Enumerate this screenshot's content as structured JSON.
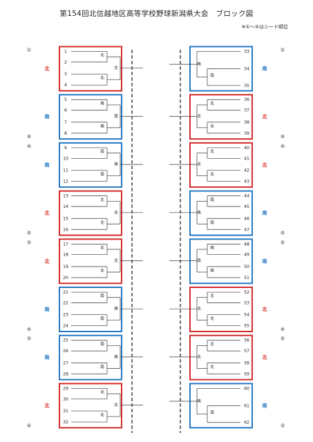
{
  "title": "第154回北信越地区高等学校野球新潟県大会　ブロック図",
  "note": "※①～⑤はシード順位",
  "colors": {
    "north": "#d42a2a",
    "south": "#2577c4",
    "line": "#333333"
  },
  "left_blocks": [
    {
      "block": "北",
      "cat": "n",
      "seeds": [
        "①",
        ""
      ],
      "slots": [
        "1",
        "2",
        "3",
        "4"
      ],
      "sub": [
        "北",
        "北"
      ],
      "mid": "北"
    },
    {
      "block": "南",
      "cat": "s",
      "seeds": [
        "",
        "⑤"
      ],
      "slots": [
        "5",
        "6",
        "7",
        "8"
      ],
      "sub": [
        "南",
        "南"
      ],
      "mid": "南"
    },
    {
      "block": "南",
      "cat": "s",
      "seeds": [
        "⑤",
        ""
      ],
      "slots": [
        "9",
        "10",
        "11",
        "12"
      ],
      "sub": [
        "南",
        "南"
      ],
      "mid": "南"
    },
    {
      "block": "北",
      "cat": "n",
      "seeds": [
        "",
        "⑤"
      ],
      "slots": [
        "13",
        "14",
        "15",
        "16"
      ],
      "sub": [
        "北",
        "北"
      ],
      "mid": "北"
    },
    {
      "block": "北",
      "cat": "n",
      "seeds": [
        "⑤",
        ""
      ],
      "slots": [
        "17",
        "18",
        "19",
        "20"
      ],
      "sub": [
        "北",
        "北"
      ],
      "mid": "北"
    },
    {
      "block": "南",
      "cat": "s",
      "seeds": [
        "",
        "⑤"
      ],
      "slots": [
        "21",
        "22",
        "23",
        "24"
      ],
      "sub": [
        "南",
        "南"
      ],
      "mid": "南"
    },
    {
      "block": "南",
      "cat": "s",
      "seeds": [
        "⑤",
        ""
      ],
      "slots": [
        "25",
        "26",
        "27",
        "28"
      ],
      "sub": [
        "南",
        "南"
      ],
      "mid": "南"
    },
    {
      "block": "北",
      "cat": "n",
      "seeds": [
        "",
        "④"
      ],
      "slots": [
        "29",
        "30",
        "31",
        "32"
      ],
      "sub": [
        "北",
        "北"
      ],
      "mid": "北"
    }
  ],
  "right_blocks": [
    {
      "block": "南",
      "cat": "s",
      "seeds": [
        "②",
        ""
      ],
      "slots": [
        "33",
        "34",
        "35"
      ],
      "sub": [
        "南"
      ],
      "mid": "南"
    },
    {
      "block": "北",
      "cat": "n",
      "seeds": [
        "",
        "⑤"
      ],
      "slots": [
        "36",
        "37",
        "38",
        "39"
      ],
      "sub": [
        "北",
        "北"
      ],
      "mid": "北"
    },
    {
      "block": "北",
      "cat": "n",
      "seeds": [
        "⑤",
        ""
      ],
      "slots": [
        "40",
        "41",
        "42",
        "43"
      ],
      "sub": [
        "北",
        "北"
      ],
      "mid": "北"
    },
    {
      "block": "南",
      "cat": "s",
      "seeds": [
        "",
        "⑤"
      ],
      "slots": [
        "44",
        "45",
        "46",
        "47"
      ],
      "sub": [
        "南",
        "南"
      ],
      "mid": "南"
    },
    {
      "block": "南",
      "cat": "s",
      "seeds": [
        "⑤",
        ""
      ],
      "slots": [
        "48",
        "49",
        "50",
        "51"
      ],
      "sub": [
        "南",
        "南"
      ],
      "mid": "南"
    },
    {
      "block": "北",
      "cat": "n",
      "seeds": [
        "",
        "⑤"
      ],
      "slots": [
        "52",
        "53",
        "54",
        "55"
      ],
      "sub": [
        "北",
        "北"
      ],
      "mid": "北"
    },
    {
      "block": "北",
      "cat": "n",
      "seeds": [
        "⑤",
        ""
      ],
      "slots": [
        "56",
        "57",
        "58",
        "59"
      ],
      "sub": [
        "北",
        "北"
      ],
      "mid": "北"
    },
    {
      "block": "南",
      "cat": "s",
      "seeds": [
        "",
        "③"
      ],
      "slots": [
        "60",
        "61",
        "62"
      ],
      "sub": [
        "南"
      ],
      "mid": "南"
    }
  ]
}
